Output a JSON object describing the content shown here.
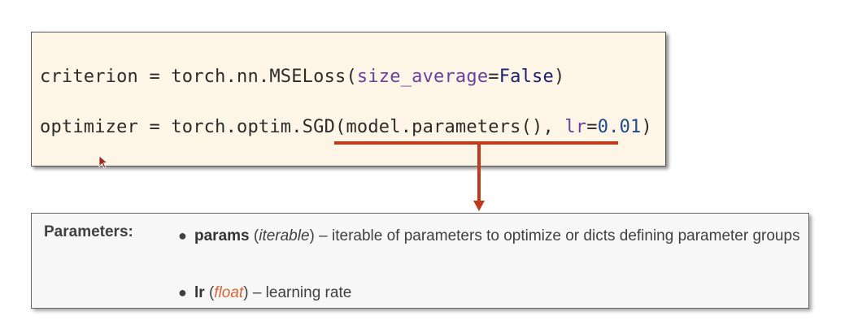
{
  "code": {
    "line1": {
      "prefix": "criterion = torch.nn.MSELoss(",
      "arg_name": "size_average",
      "equals": "=",
      "arg_value": "False",
      "suffix": ")"
    },
    "line2": {
      "prefix": "optimizer = torch.optim.SGD(model.parameters(), ",
      "arg_name": "lr",
      "equals": "=",
      "arg_value": "0.01",
      "suffix": ")"
    }
  },
  "colors": {
    "highlight": "#c0391b",
    "code_background": "#fdf6e6",
    "type_link": "#d9643a"
  },
  "params": {
    "heading": "Parameters:",
    "items": [
      {
        "name": "params",
        "open": " (",
        "type": "iterable",
        "close": ")",
        "description": " – iterable of parameters to optimize or dicts defining parameter groups"
      },
      {
        "name": "lr",
        "open": " (",
        "type": "float",
        "close": ")",
        "description": " – learning rate"
      }
    ]
  },
  "icons": {
    "cursor": "mouse-pointer-icon",
    "bullet": "bullet-icon",
    "arrow": "arrow-down-icon"
  }
}
